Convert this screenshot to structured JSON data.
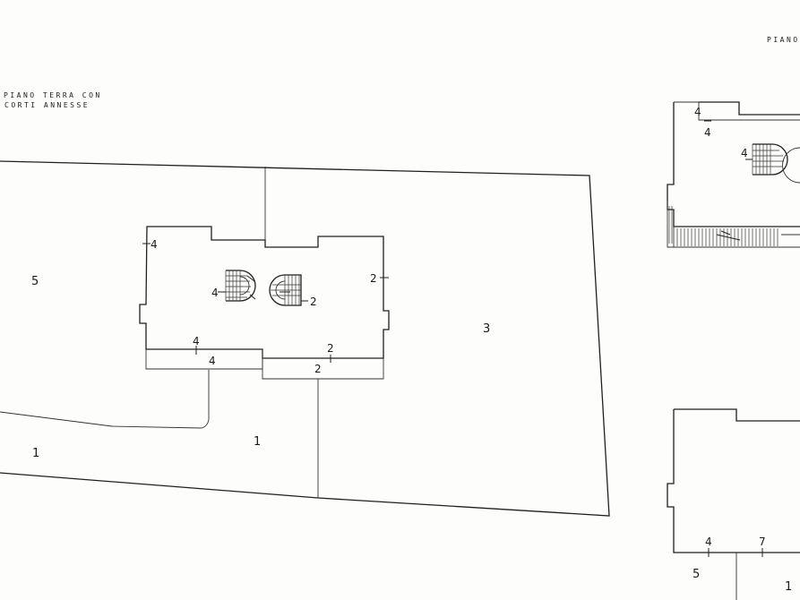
{
  "heading": {
    "line1": "PIANO TERRA CON",
    "line2": "CORTI ANNESSE",
    "right": "PIANO"
  },
  "labels": {
    "area_5": "5",
    "area_3": "3",
    "area_1_left": "1",
    "area_1_center": "1",
    "wall_left": "4",
    "wall_right": "2",
    "stair_left": "4",
    "stair_right": "2",
    "front_left": "4",
    "front_left_strip": "4",
    "front_right": "2",
    "front_right_strip": "2",
    "right_upper_top": "4",
    "right_upper_mid": "4",
    "right_upper_stair": "4",
    "right_lower_a": "4",
    "right_lower_b": "7",
    "right_lower_area_5": "5",
    "right_lower_area_1": "1"
  }
}
